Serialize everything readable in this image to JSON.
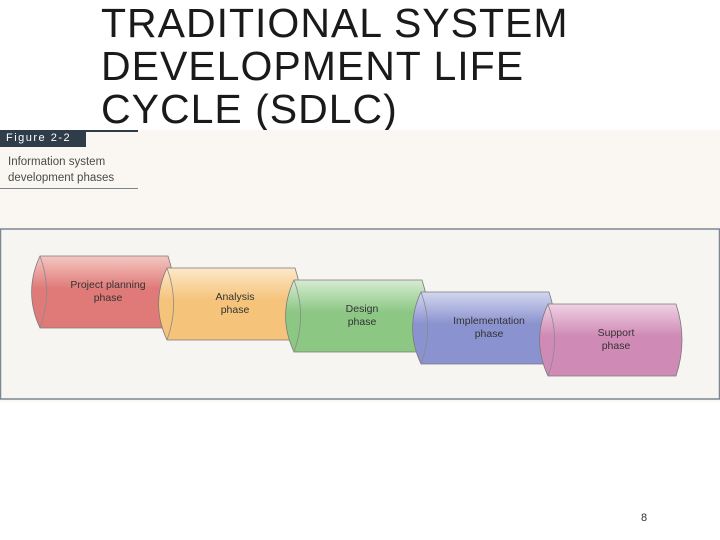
{
  "slide": {
    "title_lines": [
      "TRADITIONAL SYSTEM",
      "DEVELOPMENT LIFE",
      "CYCLE (SDLC)"
    ],
    "page_number": "8"
  },
  "figure": {
    "tab_label": "Figure 2-2",
    "caption_lines": [
      "Information system",
      "development phases"
    ],
    "phases": [
      {
        "label_lines": [
          "Project planning",
          "phase"
        ],
        "color": "#e07a78",
        "light": "#f4c7c2"
      },
      {
        "label_lines": [
          "Analysis",
          "phase"
        ],
        "color": "#f5c37a",
        "light": "#fde9c9"
      },
      {
        "label_lines": [
          "Design",
          "phase"
        ],
        "color": "#8cc784",
        "light": "#d6ecd1"
      },
      {
        "label_lines": [
          "Implementation",
          "phase"
        ],
        "color": "#8a92cf",
        "light": "#d3d6ef"
      },
      {
        "label_lines": [
          "Support",
          "phase"
        ],
        "color": "#cf8ab5",
        "light": "#f0d1e3"
      }
    ],
    "colors": {
      "band_border": "#7d8791",
      "band_fill": "#f7f5f2",
      "tab": "#2f3d4a"
    }
  }
}
